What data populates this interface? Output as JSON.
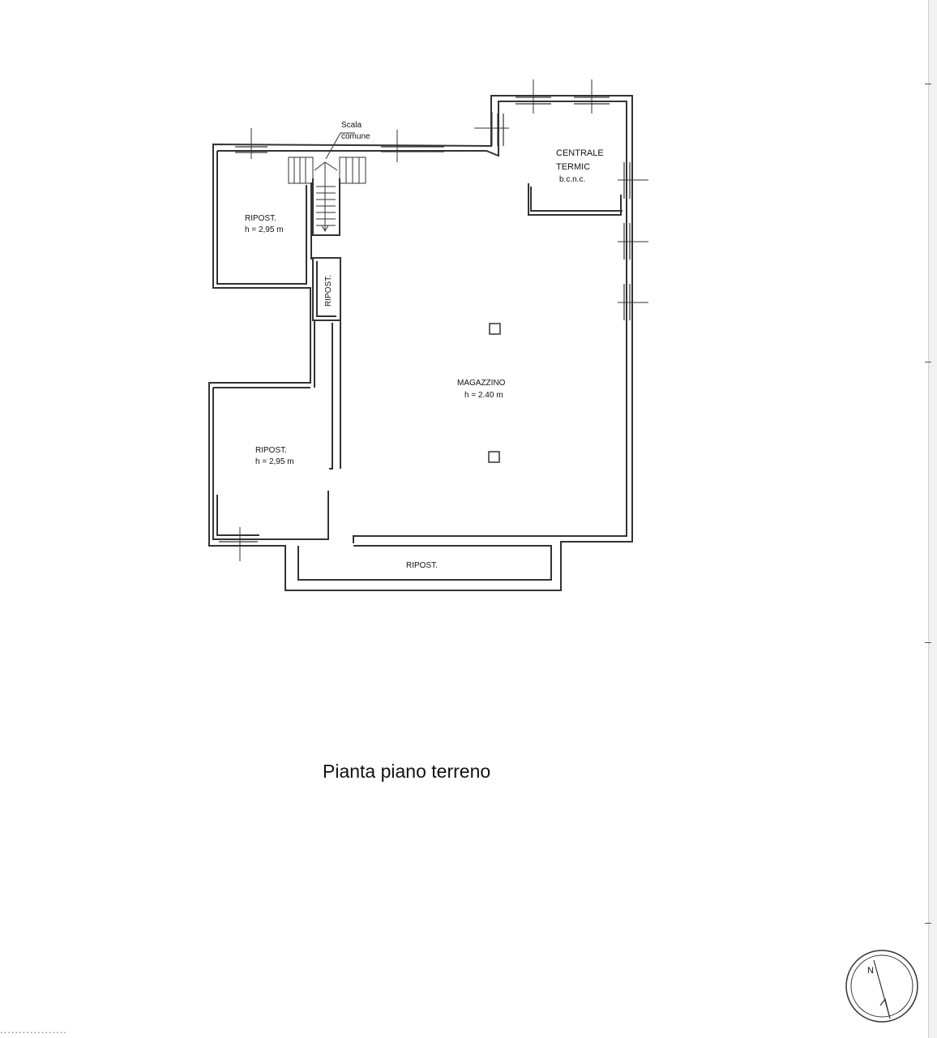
{
  "plan": {
    "stair_label_1": "Scala",
    "stair_label_2": "comune",
    "centrale_line1": "CENTRALE",
    "centrale_line2": "TERMIC",
    "centrale_line3": "b.c.n.c.",
    "ripost_top_name": "RIPOST.",
    "ripost_top_height": "h = 2,95 m",
    "ripost_narrow": "RIPOST.",
    "magazzino_name": "MAGAZZINO",
    "magazzino_height": "h = 2.40 m",
    "ripost_bottom_left_name": "RIPOST.",
    "ripost_bottom_left_height": "h = 2,95 m",
    "ripost_strip": "RIPOST."
  },
  "page": {
    "title": "Pianta piano terreno",
    "footer_code": "..................",
    "compass_letter": "N"
  },
  "colors": {
    "line": "#333333",
    "paper": "#ffffff"
  }
}
